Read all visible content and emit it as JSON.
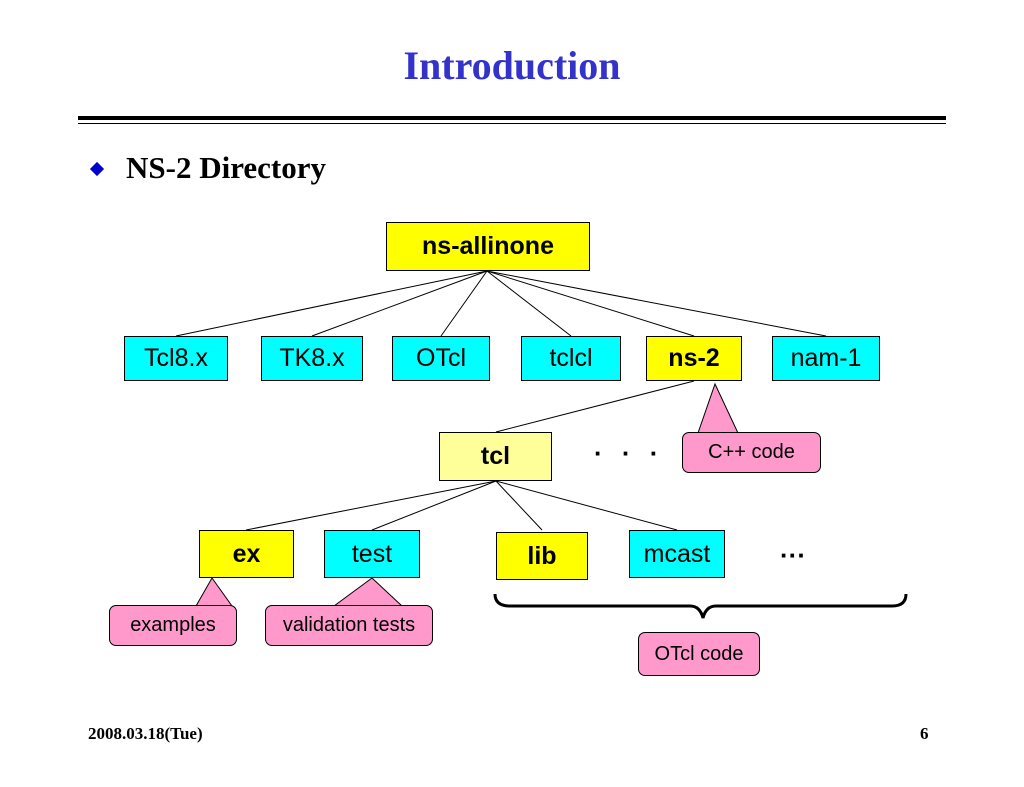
{
  "slide": {
    "title": "Introduction",
    "bullet": "NS-2 Directory",
    "footer_date": "2008.03.18(Tue)",
    "page_number": "6"
  },
  "tree": {
    "root": "ns-allinone",
    "level1": [
      "Tcl8.x",
      "TK8.x",
      "OTcl",
      "tclcl",
      "ns-2",
      "nam-1"
    ],
    "level2": "tcl",
    "level2_more": "· · ·",
    "level3": [
      "ex",
      "test",
      "lib",
      "mcast"
    ],
    "level3_more": "···"
  },
  "callouts": {
    "cpp_code": "C++ code",
    "examples": "examples",
    "validation_tests": "validation tests",
    "otcl_code": "OTcl code"
  },
  "colors": {
    "title": "#3333cc",
    "cyan_box": "#00ffff",
    "yellow_box": "#ffff00",
    "light_yellow_box": "#ffff99",
    "callout_pink": "#ff99cc"
  }
}
